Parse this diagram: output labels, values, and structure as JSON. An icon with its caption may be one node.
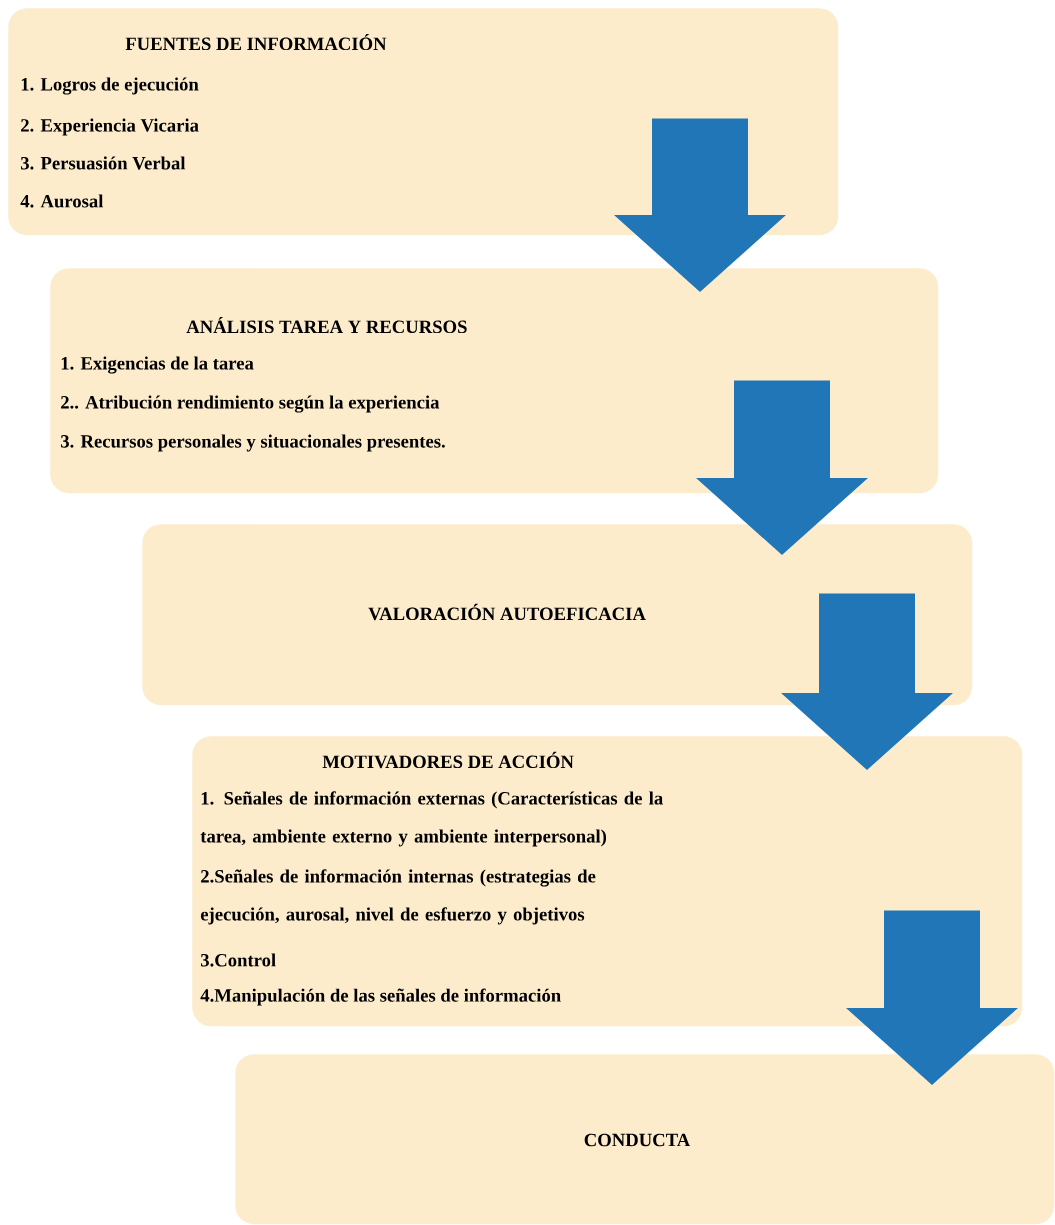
{
  "diagram": {
    "nodes": [
      {
        "text": [
          "FUENTES DE INFORMACIÓN",
          "1. Logros de ejecución",
          "2. Experiencia Vicaria",
          "3. Persuasión Verbal",
          "4. Aurosal"
        ]
      },
      {
        "text": [
          "ANÁLISIS TAREA Y RECURSOS",
          "1. Exigencias de la tarea",
          "2.. Atribución rendimiento según la experiencia",
          "3. Recursos personales y situacionales presentes."
        ]
      },
      {
        "text": [
          "VALORACIÓN AUTOEFICACIA"
        ]
      },
      {
        "text": [
          "MOTIVADORES DE ACCIÓN",
          "1. Señales de información externas (Características de la tarea, ambiente externo y ambiente interpersonal)",
          "2.Señales de información internas (estrategias de ejecución, aurosal, nivel de esfuerzo y objetivos",
          "3.Control",
          "4.Manipulación de las señales de información"
        ]
      },
      {
        "text": [
          "CONDUCTA"
        ]
      }
    ],
    "edges": [
      {
        "from": 0,
        "to": 1,
        "arrow": "to"
      },
      {
        "from": 1,
        "to": 2,
        "arrow": "to"
      },
      {
        "from": 2,
        "to": 3,
        "arrow": "to"
      },
      {
        "from": 3,
        "to": 4,
        "arrow": "to"
      }
    ]
  }
}
